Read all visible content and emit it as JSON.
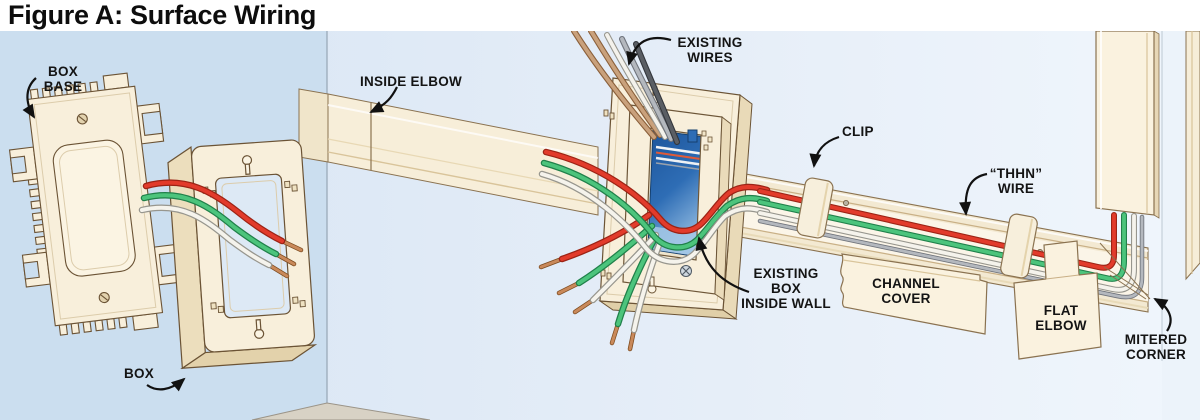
{
  "title": "Figure A: Surface Wiring",
  "labels": {
    "box_base": "BOX\nBASE",
    "inside_elbow": "INSIDE ELBOW",
    "existing_wires": "EXISTING\nWIRES",
    "clip": "CLIP",
    "thhn_wire": "“THHN”\nWIRE",
    "existing_box_inside_wall": "EXISTING\nBOX\nINSIDE WALL",
    "channel_cover": "CHANNEL\nCOVER",
    "flat_elbow": "FLAT\nELBOW",
    "mitered_corner": "MITERED\nCORNER",
    "box": "BOX"
  },
  "colors": {
    "wall_left": "#cbdeef",
    "wall_right": "#eef5fc",
    "raceway_cream": "#f8efdb",
    "outline_brown": "#6d5638",
    "wire_red": "#e23b2b",
    "wire_green": "#4cc47c",
    "wire_white": "#f5f3ec",
    "wire_gray": "#b4b8be",
    "wire_copper": "#c9895a",
    "existing_box_blue": "#2e6db5",
    "floor": "#d8d2c5",
    "label_ink": "#141414"
  }
}
